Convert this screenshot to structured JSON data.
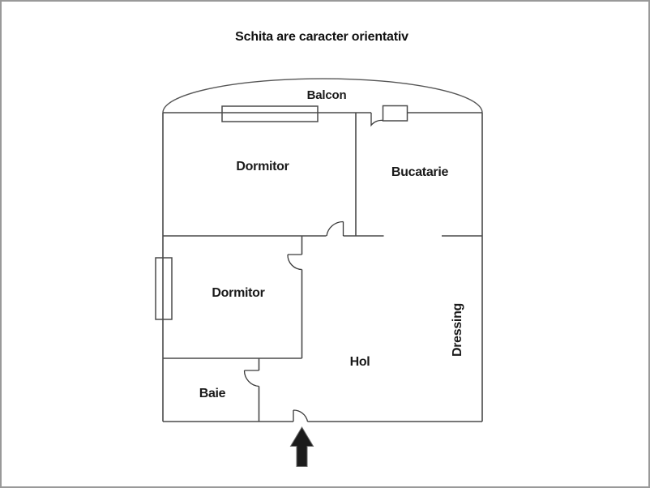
{
  "title": "Schita are caracter orientativ",
  "rooms": {
    "balcon": "Balcon",
    "dormitor_top": "Dormitor",
    "bucatarie": "Bucatarie",
    "dormitor_bottom": "Dormitor",
    "hol": "Hol",
    "baie": "Baie",
    "dressing": "Dressing"
  },
  "icons": {
    "entrance_arrow": "up-arrow-entrance-marker"
  },
  "colors": {
    "background": "#ffffff",
    "wall": "#4a4a4a",
    "door": "#3a3a3a",
    "text": "#1a1a1a",
    "arrow": "#1c1c1c",
    "frame_border": "#999999"
  }
}
